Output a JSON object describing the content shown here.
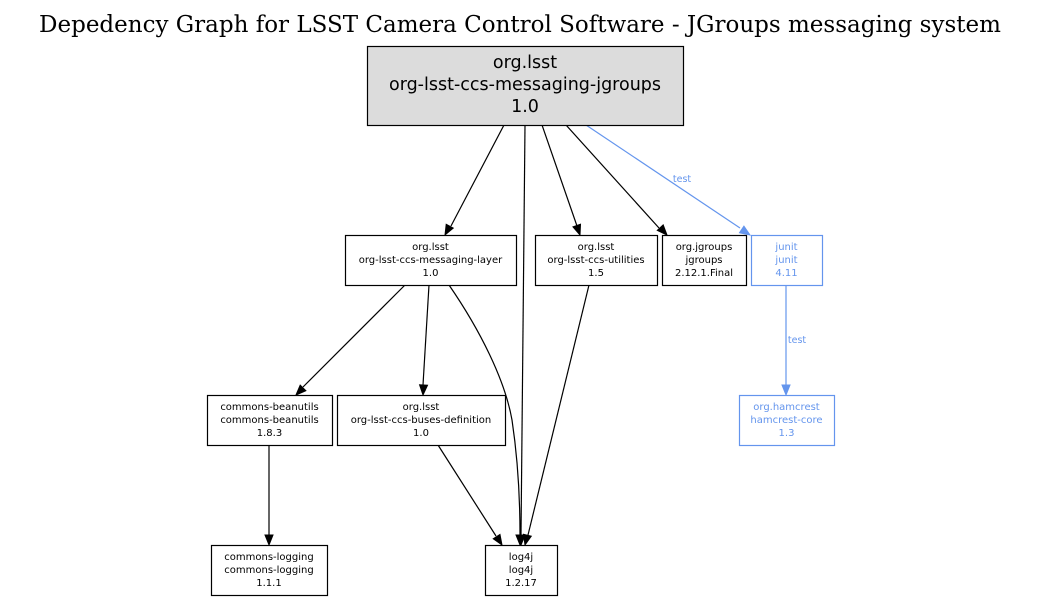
{
  "title": "Depedency Graph for LSST Camera Control Software - JGroups messaging system",
  "colors": {
    "default_stroke": "#000000",
    "root_fill": "#dcdcdc",
    "test_scope": "#6495ed"
  },
  "nodes": [
    {
      "id": "root",
      "group": "org.lsst",
      "artifact": "org-lsst-ccs-messaging-jgroups",
      "version": "1.0",
      "scope": "root"
    },
    {
      "id": "messaging-layer",
      "group": "org.lsst",
      "artifact": "org-lsst-ccs-messaging-layer",
      "version": "1.0",
      "scope": "compile"
    },
    {
      "id": "utilities",
      "group": "org.lsst",
      "artifact": "org-lsst-ccs-utilities",
      "version": "1.5",
      "scope": "compile"
    },
    {
      "id": "jgroups",
      "group": "org.jgroups",
      "artifact": "jgroups",
      "version": "2.12.1.Final",
      "scope": "compile"
    },
    {
      "id": "junit",
      "group": "junit",
      "artifact": "junit",
      "version": "4.11",
      "scope": "test"
    },
    {
      "id": "beanutils",
      "group": "commons-beanutils",
      "artifact": "commons-beanutils",
      "version": "1.8.3",
      "scope": "compile"
    },
    {
      "id": "buses-definition",
      "group": "org.lsst",
      "artifact": "org-lsst-ccs-buses-definition",
      "version": "1.0",
      "scope": "compile"
    },
    {
      "id": "hamcrest",
      "group": "org.hamcrest",
      "artifact": "hamcrest-core",
      "version": "1.3",
      "scope": "test"
    },
    {
      "id": "commons-logging",
      "group": "commons-logging",
      "artifact": "commons-logging",
      "version": "1.1.1",
      "scope": "compile"
    },
    {
      "id": "log4j",
      "group": "log4j",
      "artifact": "log4j",
      "version": "1.2.17",
      "scope": "compile"
    }
  ],
  "edges": [
    {
      "from": "root",
      "to": "messaging-layer",
      "label": ""
    },
    {
      "from": "root",
      "to": "log4j",
      "label": ""
    },
    {
      "from": "root",
      "to": "utilities",
      "label": ""
    },
    {
      "from": "root",
      "to": "jgroups",
      "label": ""
    },
    {
      "from": "root",
      "to": "junit",
      "label": "test"
    },
    {
      "from": "messaging-layer",
      "to": "beanutils",
      "label": ""
    },
    {
      "from": "messaging-layer",
      "to": "buses-definition",
      "label": ""
    },
    {
      "from": "messaging-layer",
      "to": "log4j",
      "label": ""
    },
    {
      "from": "utilities",
      "to": "log4j",
      "label": ""
    },
    {
      "from": "junit",
      "to": "hamcrest",
      "label": "test"
    },
    {
      "from": "beanutils",
      "to": "commons-logging",
      "label": ""
    },
    {
      "from": "buses-definition",
      "to": "log4j",
      "label": ""
    }
  ]
}
